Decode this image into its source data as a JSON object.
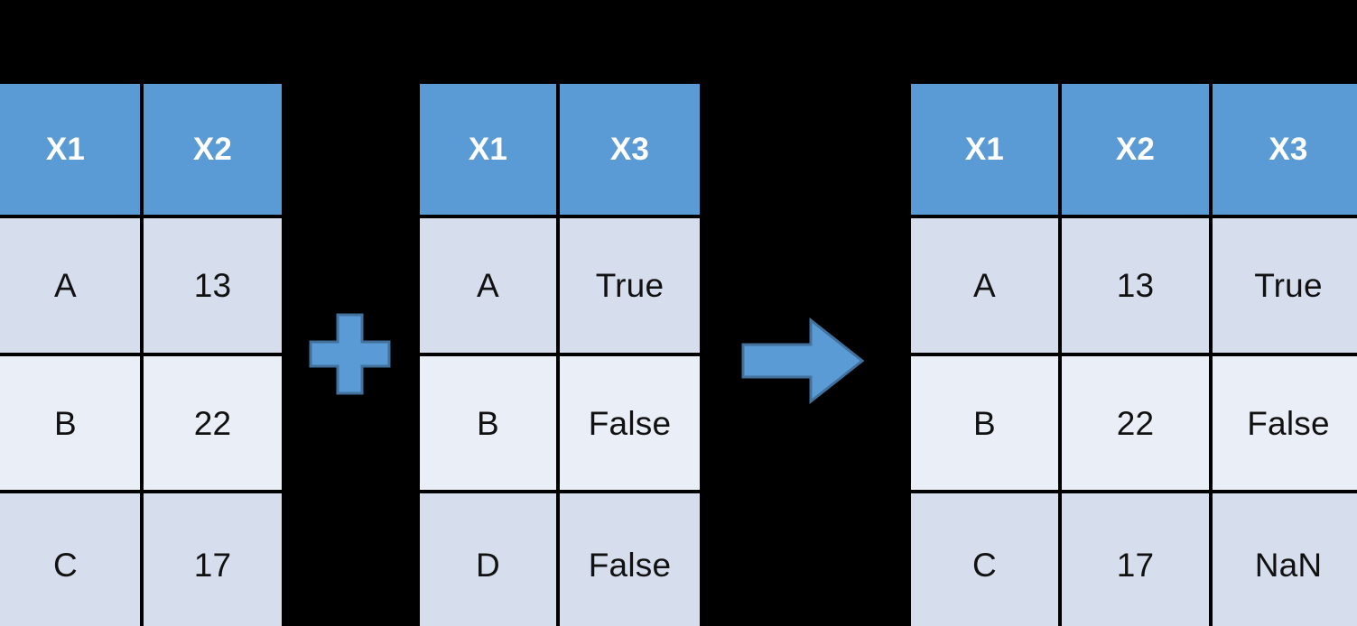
{
  "figure": {
    "type": "diagram",
    "description": "Illustration of a pandas-style left merge of two tables on key column X1",
    "background_color": "#000000",
    "header_color": "#5B9BD5",
    "row_color_odd": "#D6DEEE",
    "row_color_even": "#EAEEF7",
    "gridline_color": "#FFFFFF",
    "icon_fill": "#5B9BD5",
    "icon_stroke": "#41719C",
    "text_color": "#111111",
    "header_text_color": "#FFFFFF"
  },
  "tables": {
    "left": {
      "name": "left-table",
      "columns": [
        "X1",
        "X2"
      ],
      "rows": [
        [
          "A",
          "13"
        ],
        [
          "B",
          "22"
        ],
        [
          "C",
          "17"
        ]
      ]
    },
    "middle": {
      "name": "right-operand-table",
      "columns": [
        "X1",
        "X3"
      ],
      "rows": [
        [
          "A",
          "True"
        ],
        [
          "B",
          "False"
        ],
        [
          "D",
          "False"
        ]
      ]
    },
    "result": {
      "name": "merged-result-table",
      "columns": [
        "X1",
        "X2",
        "X3"
      ],
      "rows": [
        [
          "A",
          "13",
          "True"
        ],
        [
          "B",
          "22",
          "False"
        ],
        [
          "C",
          "17",
          "NaN"
        ]
      ]
    }
  },
  "operators": {
    "plus": {
      "label": "plus",
      "symbol": "+"
    },
    "arrow": {
      "label": "right-arrow",
      "symbol": "→"
    }
  }
}
